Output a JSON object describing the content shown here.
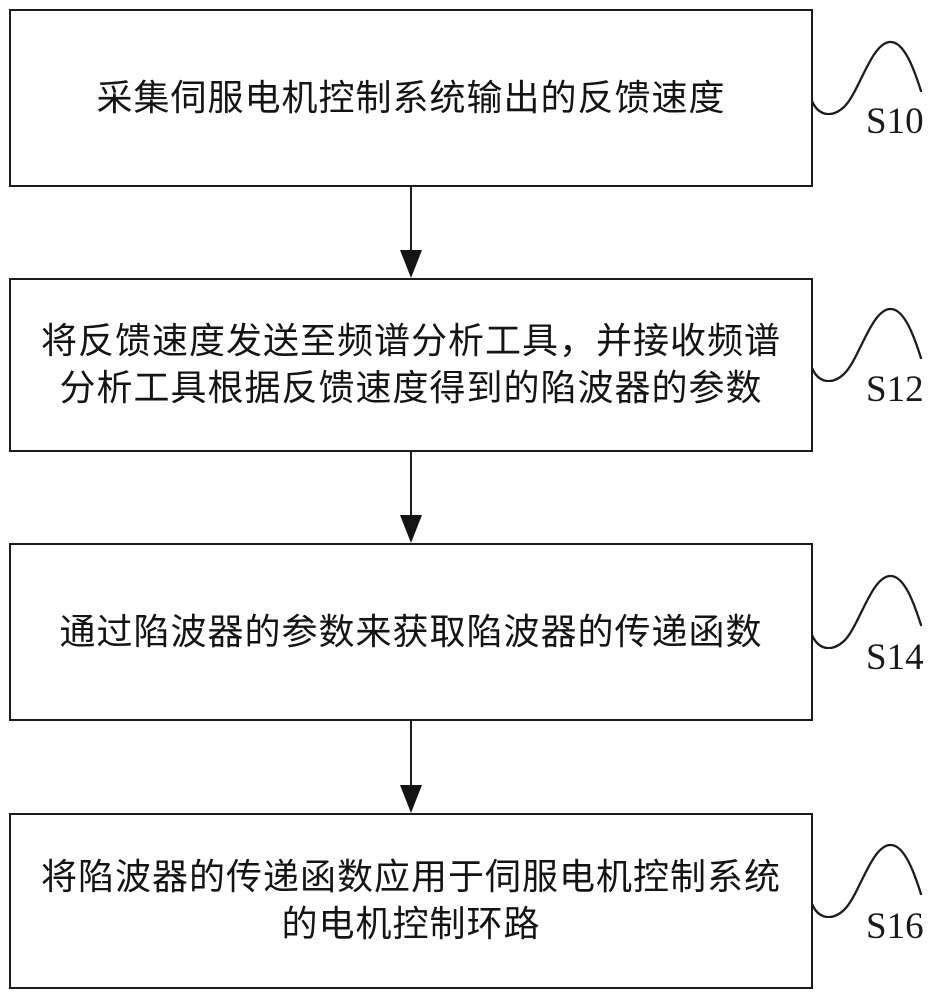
{
  "figure": {
    "type": "flowchart",
    "colors": {
      "background": "#ffffff",
      "line": "#1c1c1c",
      "text": "#141414"
    },
    "steps": [
      {
        "id": "S10",
        "lines": [
          "采集伺服电机控制系统输出的反馈速度"
        ]
      },
      {
        "id": "S12",
        "lines": [
          "将反馈速度发送至频谱分析工具，并接收频谱",
          "分析工具根据反馈速度得到的陷波器的参数"
        ]
      },
      {
        "id": "S14",
        "lines": [
          "通过陷波器的参数来获取陷波器的传递函数"
        ]
      },
      {
        "id": "S16",
        "lines": [
          "将陷波器的传递函数应用于伺服电机控制系统",
          "的电机控制环路"
        ]
      }
    ]
  }
}
